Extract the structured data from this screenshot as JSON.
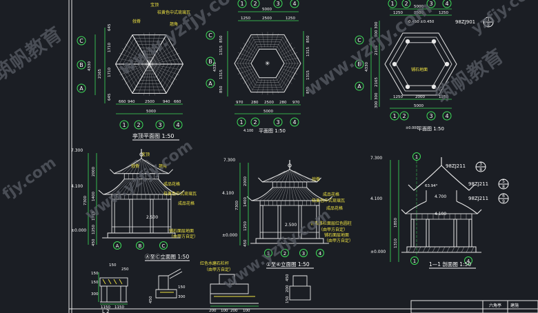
{
  "colors": {
    "background": "#1b1e24",
    "line": "#e8e8e8",
    "dimension": "#3ee05a",
    "text_yellow": "#f0e442",
    "text_cyan": "#7fe7ff",
    "text_white": "#ffffff",
    "watermark": "#5a5e66"
  },
  "watermarks": {
    "url_1": "www.yzfjy.com",
    "url_2": "www.yzfjy.com",
    "url_3": "www.yzfjy.com",
    "url_4": "www.yzfjy.com",
    "url_5": "yzfjy.com",
    "url_6": "fjy.com",
    "edu_1": "筑帆教育",
    "edu_2": "筑帆教育"
  },
  "roof_plan": {
    "title": "亭顶平面图 1:50",
    "labels": {
      "top": "宝顶",
      "glaze": "桔黄色中式琉璃瓦",
      "ridge": "戗脊",
      "corner": "翘角"
    },
    "dims_left": [
      "645",
      "1710",
      "2165",
      "1710",
      "645"
    ],
    "dims_outer_left": "4330",
    "dims_bottom": [
      "660",
      "940",
      "2500",
      "940",
      "660"
    ],
    "dim_total": "5000",
    "axes_bottom": [
      "1",
      "2",
      "3",
      "4"
    ],
    "axes_left": [
      "C",
      "B",
      "A"
    ]
  },
  "floor_plan": {
    "title": "平面图 1:50",
    "dims_top": [
      "1250",
      "2500",
      "1250"
    ],
    "dim_top_total": "5000",
    "dims_left": [
      "850",
      "1315",
      "4330",
      "1315",
      "850"
    ],
    "dims_right": [
      "850",
      "1315",
      "1315",
      "850"
    ],
    "dims_bottom": [
      "970",
      "280",
      "2500",
      "280",
      "970"
    ],
    "dim_bottom_total": "5000",
    "level": "4.100",
    "axes_top": [
      "1",
      "2",
      "3",
      "4"
    ],
    "axes_bottom": [
      "1",
      "2",
      "3",
      "4"
    ],
    "axes_left": [
      "C",
      "B",
      "A"
    ]
  },
  "ground_plan": {
    "title": "平面图 1:50",
    "dims_top": [
      "1250",
      "2500",
      "1250"
    ],
    "dim_top_total": "5000",
    "elev_note": "±0.450",
    "level_minus": "-0.450",
    "dims_left": [
      "300",
      "300",
      "2165",
      "4330",
      "2165",
      "300",
      "300"
    ],
    "dims_bottom": [
      "1250",
      "2000",
      "1250"
    ],
    "dim_bottom_total": "5000",
    "ref_tag": "98ZJ901",
    "ref_num": "1",
    "ref_den": "5",
    "floor_note": "铺石地面",
    "level": "±0.000",
    "axes": [
      "1",
      "2",
      "3",
      "4"
    ],
    "axes_left": [
      "C",
      "B",
      "A"
    ]
  },
  "elev_ac": {
    "title": "Ⓐ至Ⓒ立面图 1:50",
    "labels": {
      "top": "宝顶",
      "ridge": "戗脊",
      "corner": "翘角",
      "carve": "成品花格",
      "glaze": "桔黄色中式琉璃瓦",
      "carve2": "成品花格",
      "base": "铺石面层地面",
      "base2": "（由甲方自定）"
    },
    "levels": [
      "7.300",
      "4.100",
      "±0.000"
    ],
    "dims": [
      "2000",
      "7300",
      "1400",
      "1710",
      "1250",
      "450"
    ],
    "dim_width": "2.500",
    "axes": [
      "A",
      "B",
      "C"
    ]
  },
  "elev_14": {
    "title": "①至④立面图 1:50",
    "labels": {
      "ridge": "戗脊",
      "carve": "成品花格",
      "glaze": "桔黄色中式琉璃瓦",
      "carve2": "成品花格",
      "stone": "仿石雕栏面层红色圆柱",
      "stone2": "（由甲方自定）",
      "base": "铺石面层地面",
      "base2": "（由甲方自定）"
    },
    "levels": [
      "7.300",
      "4.100",
      "±0.000"
    ],
    "dims": [
      "2000",
      "7300",
      "1400",
      "1250",
      "450"
    ],
    "dim_width": "2.500",
    "axes": [
      "1",
      "2",
      "3",
      "4"
    ]
  },
  "section_11": {
    "title": "1—1 剖面图 1:50",
    "refs": [
      {
        "tag": "98ZJ211",
        "num": "3",
        "den": "8"
      },
      {
        "tag": "98ZJ211",
        "num": "5",
        "den": "8"
      },
      {
        "tag": "98ZJ211",
        "num": "6",
        "den": "9"
      }
    ],
    "angle": "63.94°",
    "levels": [
      "7.300",
      "4.100",
      "±0.000"
    ],
    "dims": [
      "4.700",
      "1850",
      "4.100",
      "1310"
    ],
    "axes": [
      "1",
      "4"
    ]
  },
  "details": {
    "bench_dims_top": [
      "150",
      "250"
    ],
    "bench_dims_side": [
      "150",
      "150",
      "300"
    ],
    "bench_dims_bottom": [
      "1150",
      "1150"
    ],
    "bench_label": "L 2",
    "railing_note": "红色水磨石栏杆",
    "railing_note2": "（由甲方自定）",
    "step_dims": [
      "450",
      "150",
      "300"
    ],
    "step_dims_bottom": [
      "200",
      "100",
      "200",
      "100"
    ],
    "right_dims": [
      "150",
      "200",
      "450"
    ],
    "title_block_name": "六角亭",
    "title_block_code": "建施"
  }
}
